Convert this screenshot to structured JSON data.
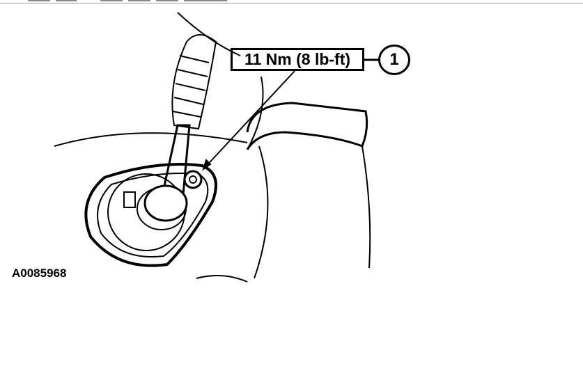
{
  "diagram": {
    "torque_label": "11 Nm (8 lb-ft)",
    "callout_number": "1",
    "figure_id": "A0085968"
  }
}
